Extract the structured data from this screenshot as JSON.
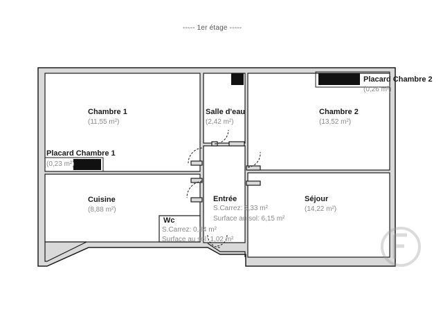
{
  "floor_label": "----- 1er étage -----",
  "rooms": {
    "chambre1": {
      "name": "Chambre 1",
      "area": "(11,55 m²)"
    },
    "salle_deau": {
      "name": "Salle d'eau",
      "area": "(2,42 m²)"
    },
    "chambre2": {
      "name": "Chambre 2",
      "area": "(13,52 m²)"
    },
    "placard_chambre2": {
      "name": "Placard Chambre 2",
      "area": "(0,26 m²)"
    },
    "placard_chambre1": {
      "name": "Placard Chambre 1",
      "area": "(0,23 m²)"
    },
    "cuisine": {
      "name": "Cuisine",
      "area": "(8,88 m²)"
    },
    "entree": {
      "name": "Entrée",
      "carrez": "S.Carrez: 3,33 m²",
      "surface": "Surface au sol: 6,15 m²"
    },
    "sejour": {
      "name": "Séjour",
      "area": "(14,22 m²)"
    },
    "wc": {
      "name": "Wc",
      "carrez": "S.Carrez: 0,84 m²",
      "surface": "Surface au sol: 1,02 m²"
    }
  },
  "colors": {
    "wall": "#1c1c1c",
    "wall_fill": "#d9d9d9",
    "cabinet": "#111111"
  }
}
